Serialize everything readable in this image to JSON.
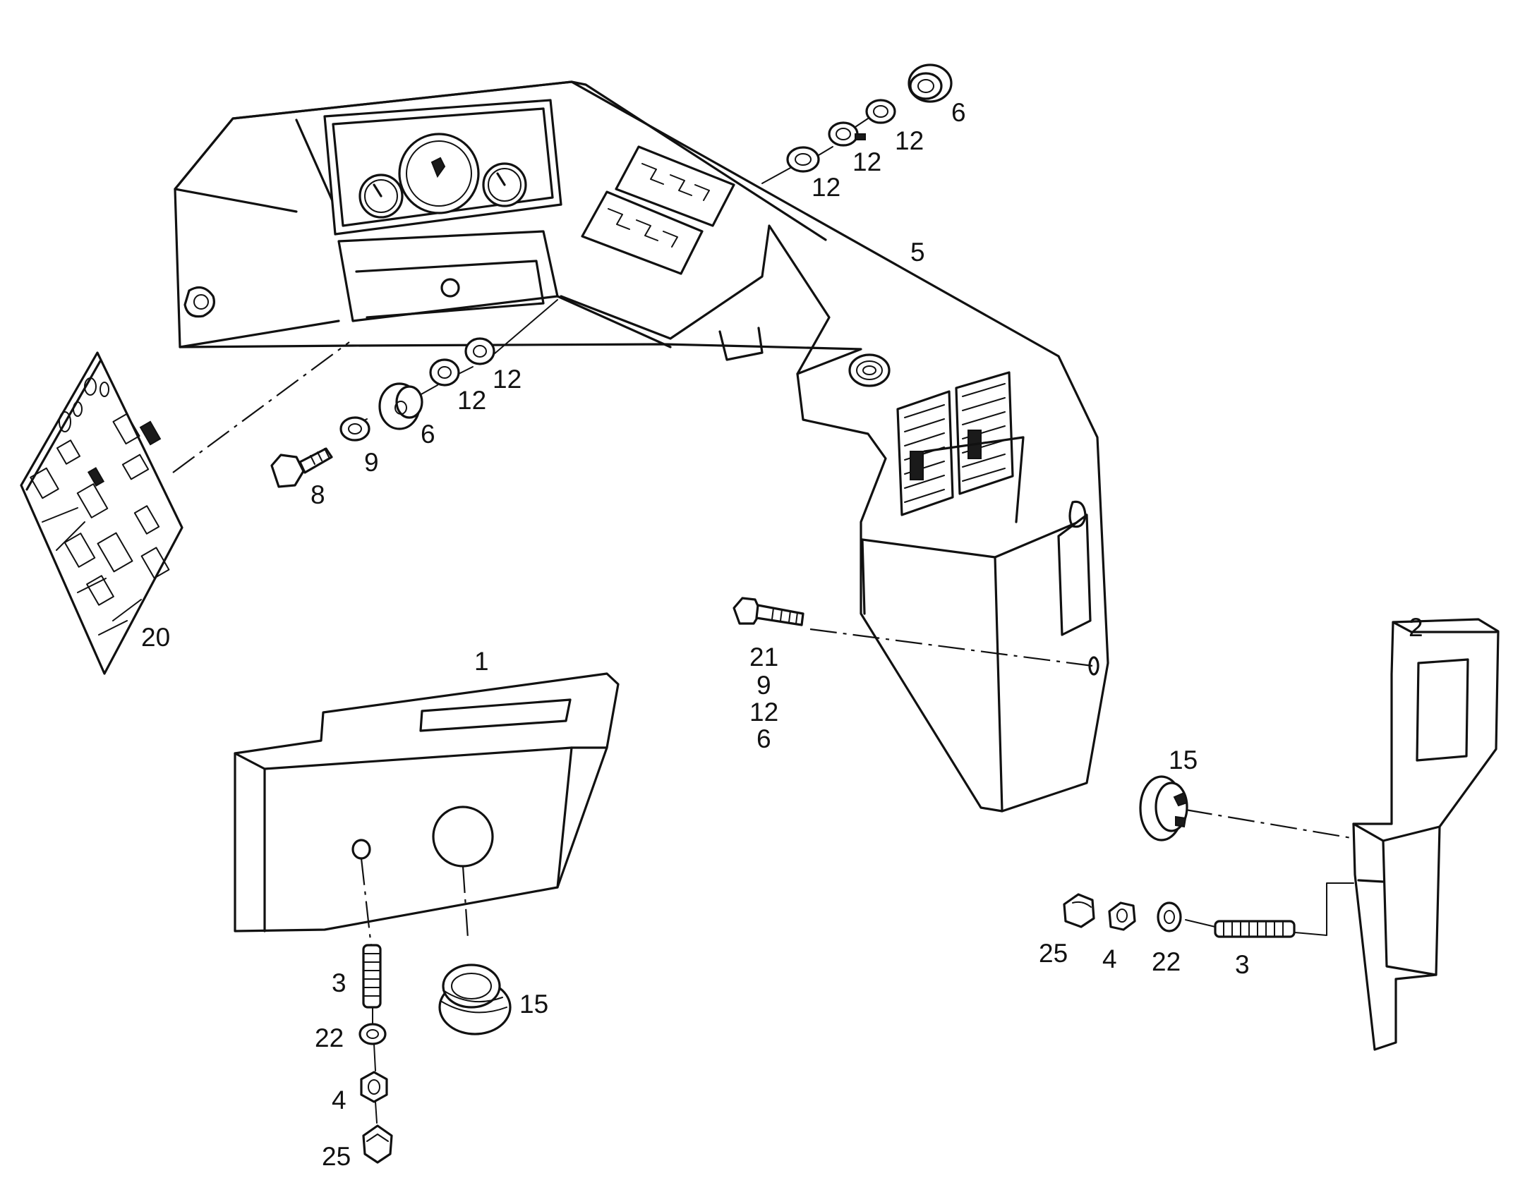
{
  "callouts": {
    "c_5": "5",
    "c_6_top": "6",
    "c_12_a": "12",
    "c_12_b": "12",
    "c_12_c": "12",
    "c_12_d": "12",
    "c_12_e": "12",
    "c_6_left": "6",
    "c_9_left": "9",
    "c_8": "8",
    "c_20": "20",
    "c_21": "21",
    "c_9_mid": "9",
    "c_12_mid": "12",
    "c_6_mid": "6",
    "c_1": "1",
    "c_3_left": "3",
    "c_22_left": "22",
    "c_4_left": "4",
    "c_25_left": "25",
    "c_15_left": "15",
    "c_2": "2",
    "c_15_right": "15",
    "c_25_right": "25",
    "c_4_right": "4",
    "c_22_right": "22",
    "c_3_right": "3"
  },
  "icons": {
    "dashboard": "dashboard-housing",
    "pcb": "circuit-board",
    "panel_1": "side-panel",
    "panel_2": "bracket-panel",
    "bolt": "hex-bolt",
    "washer": "washer",
    "grommet": "rubber-grommet",
    "stud": "threaded-stud",
    "nut": "hex-nut",
    "cap_nut": "cap-nut",
    "plug": "blanking-plug"
  }
}
